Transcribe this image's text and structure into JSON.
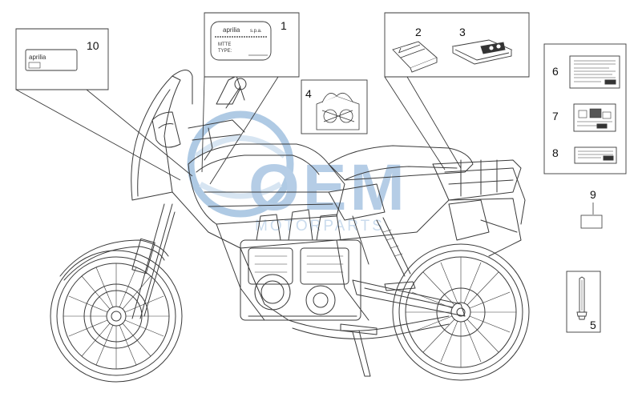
{
  "callouts": {
    "c1": "1",
    "c2": "2",
    "c3": "3",
    "c4": "4",
    "c5": "5",
    "c6": "6",
    "c7": "7",
    "c8": "8",
    "c9": "9",
    "c10": "10"
  },
  "plate_label": {
    "brand": "aprilia",
    "company": "s.p.a.",
    "model_line": "MTTE",
    "type_line": "TYPE:"
  },
  "sticker_10_text": "aprilia",
  "watermark": {
    "brand": "OEM",
    "subtitle": "MOTORPARTS"
  },
  "colors": {
    "line": "#3a3a3a",
    "watermark_blue": "#6f9fcf",
    "watermark_light": "#b8d0e8"
  }
}
